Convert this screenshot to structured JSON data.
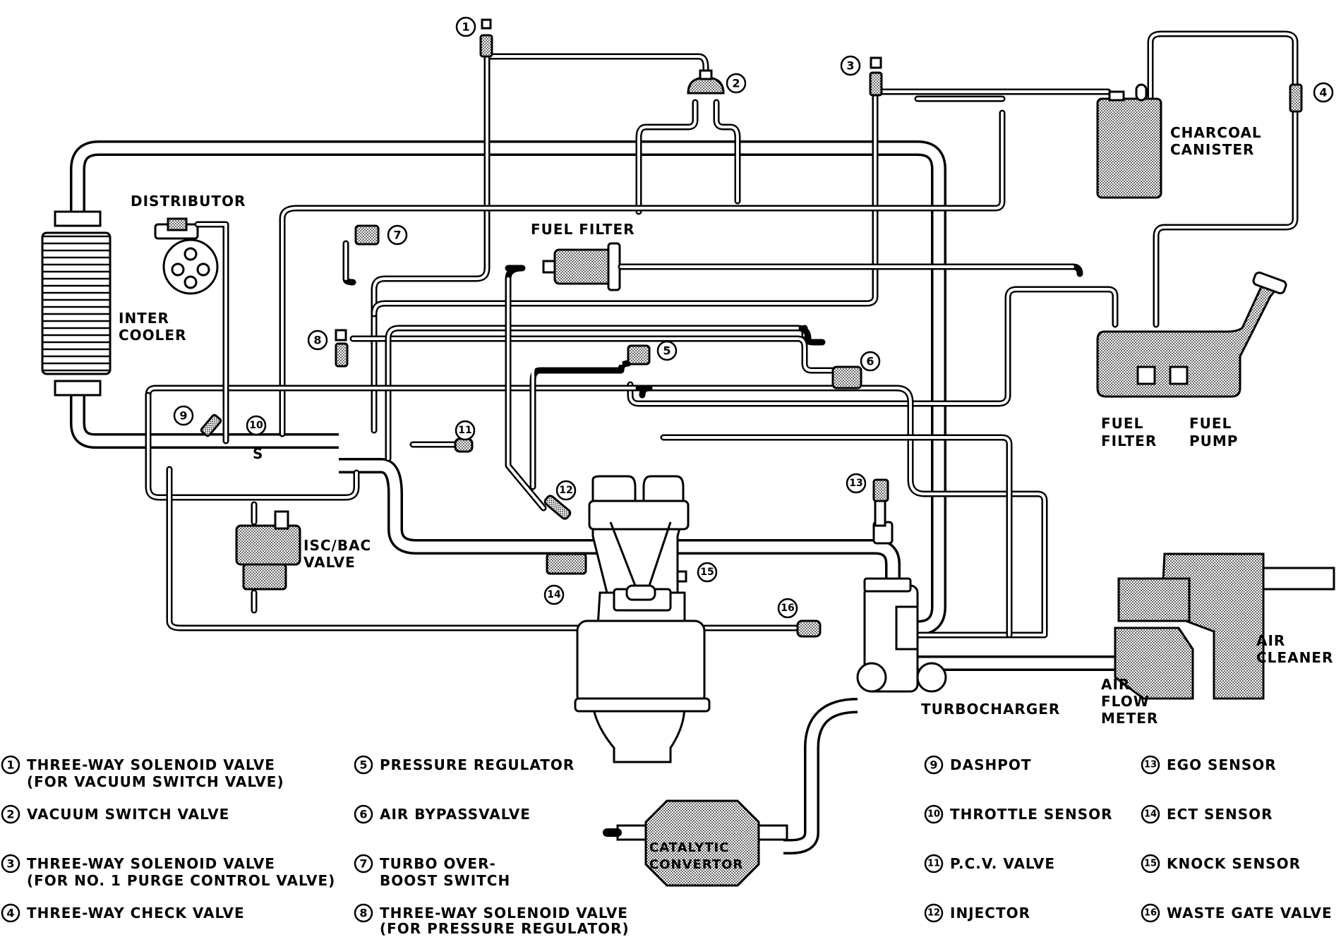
{
  "labels": {
    "distributor": "DISTRIBUTOR",
    "fuel_filter_top": "FUEL FILTER",
    "charcoal": "CHARCOAL",
    "canister": "CANISTER",
    "inter": "INTER",
    "cooler": "COOLER",
    "isc_bac": "ISC/BAC",
    "valve": "VALVE",
    "fuel_filter_tank_1": "FUEL",
    "fuel_filter_tank_2": "FILTER",
    "fuel_pump_1": "FUEL",
    "fuel_pump_2": "PUMP",
    "turbocharger": "TURBOCHARGER",
    "air_flow_1": "AIR",
    "air_flow_2": "FLOW",
    "air_flow_3": "METER",
    "air_cleaner_1": "AIR",
    "air_cleaner_2": "CLEANER",
    "catalytic_1": "CATALYTIC",
    "catalytic_2": "CONVERTOR",
    "throttle_mark": "S"
  },
  "callouts": [
    "1",
    "2",
    "3",
    "4",
    "5",
    "6",
    "7",
    "8",
    "9",
    "10",
    "11",
    "12",
    "13",
    "14",
    "15",
    "16"
  ],
  "legend": [
    {
      "num": "1",
      "line1": "THREE-WAY SOLENOID VALVE",
      "line2": "(FOR VACUUM SWITCH VALVE)"
    },
    {
      "num": "2",
      "line1": "VACUUM SWITCH VALVE",
      "line2": ""
    },
    {
      "num": "3",
      "line1": "THREE-WAY SOLENOID VALVE",
      "line2": "(FOR NO. 1 PURGE CONTROL VALVE)"
    },
    {
      "num": "4",
      "line1": "THREE-WAY CHECK VALVE",
      "line2": ""
    },
    {
      "num": "5",
      "line1": "PRESSURE REGULATOR",
      "line2": ""
    },
    {
      "num": "6",
      "line1": "AIR BYPASSVALVE",
      "line2": ""
    },
    {
      "num": "7",
      "line1": "TURBO OVER-",
      "line2": "BOOST SWITCH"
    },
    {
      "num": "8",
      "line1": "THREE-WAY SOLENOID VALVE",
      "line2": "(FOR PRESSURE REGULATOR)"
    },
    {
      "num": "9",
      "line1": "DASHPOT",
      "line2": ""
    },
    {
      "num": "10",
      "line1": "THROTTLE SENSOR",
      "line2": ""
    },
    {
      "num": "11",
      "line1": "P.C.V. VALVE",
      "line2": ""
    },
    {
      "num": "12",
      "line1": "INJECTOR",
      "line2": ""
    },
    {
      "num": "13",
      "line1": "EGO SENSOR",
      "line2": ""
    },
    {
      "num": "14",
      "line1": "ECT SENSOR",
      "line2": ""
    },
    {
      "num": "15",
      "line1": "KNOCK SENSOR",
      "line2": ""
    },
    {
      "num": "16",
      "line1": "WASTE GATE VALVE",
      "line2": ""
    }
  ]
}
